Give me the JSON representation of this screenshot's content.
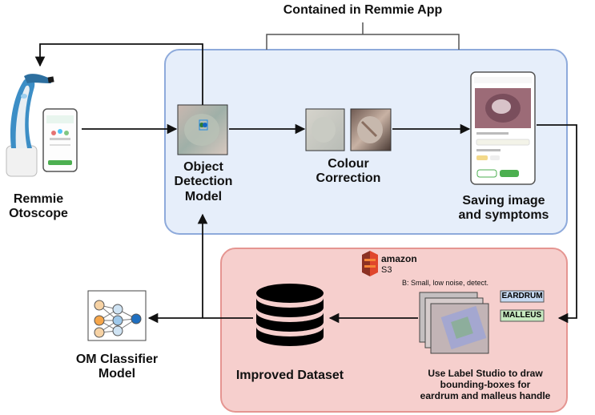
{
  "header": {
    "title": "Contained in Remmie App"
  },
  "nodes": {
    "otoscope": {
      "label_line1": "Remmie",
      "label_line2": "Otoscope"
    },
    "detection": {
      "label_line1": "Object",
      "label_line2": "Detection",
      "label_line3": "Model"
    },
    "colour": {
      "label_line1": "Colour",
      "label_line2": "Correction"
    },
    "saving": {
      "label_line1": "Saving image",
      "label_line2": "and symptoms"
    },
    "s3": {
      "brand_line1": "amazon",
      "brand_line2": "S3"
    },
    "labelstudio": {
      "caption": "B: Small, low noise, detect.",
      "tag_eardrum": "EARDRUM",
      "tag_malleus": "MALLEUS",
      "label_line1": "Use Label Studio to draw",
      "label_line2": "bounding-boxes for",
      "label_line3": "eardrum and malleus handle"
    },
    "dataset": {
      "label": "Improved Dataset"
    },
    "classifier": {
      "label_line1": "OM Classifier",
      "label_line2": "Model"
    }
  },
  "colors": {
    "app_panel_fill": "#e6eefa",
    "app_panel_stroke": "#8eaadb",
    "s3_panel_fill": "#f6cfcd",
    "s3_panel_stroke": "#e59591",
    "s3_logo": "#e0462c",
    "eardrum_tag": "#c6d9f1",
    "malleus_tag": "#c7e9c0",
    "arrow": "#111111"
  }
}
